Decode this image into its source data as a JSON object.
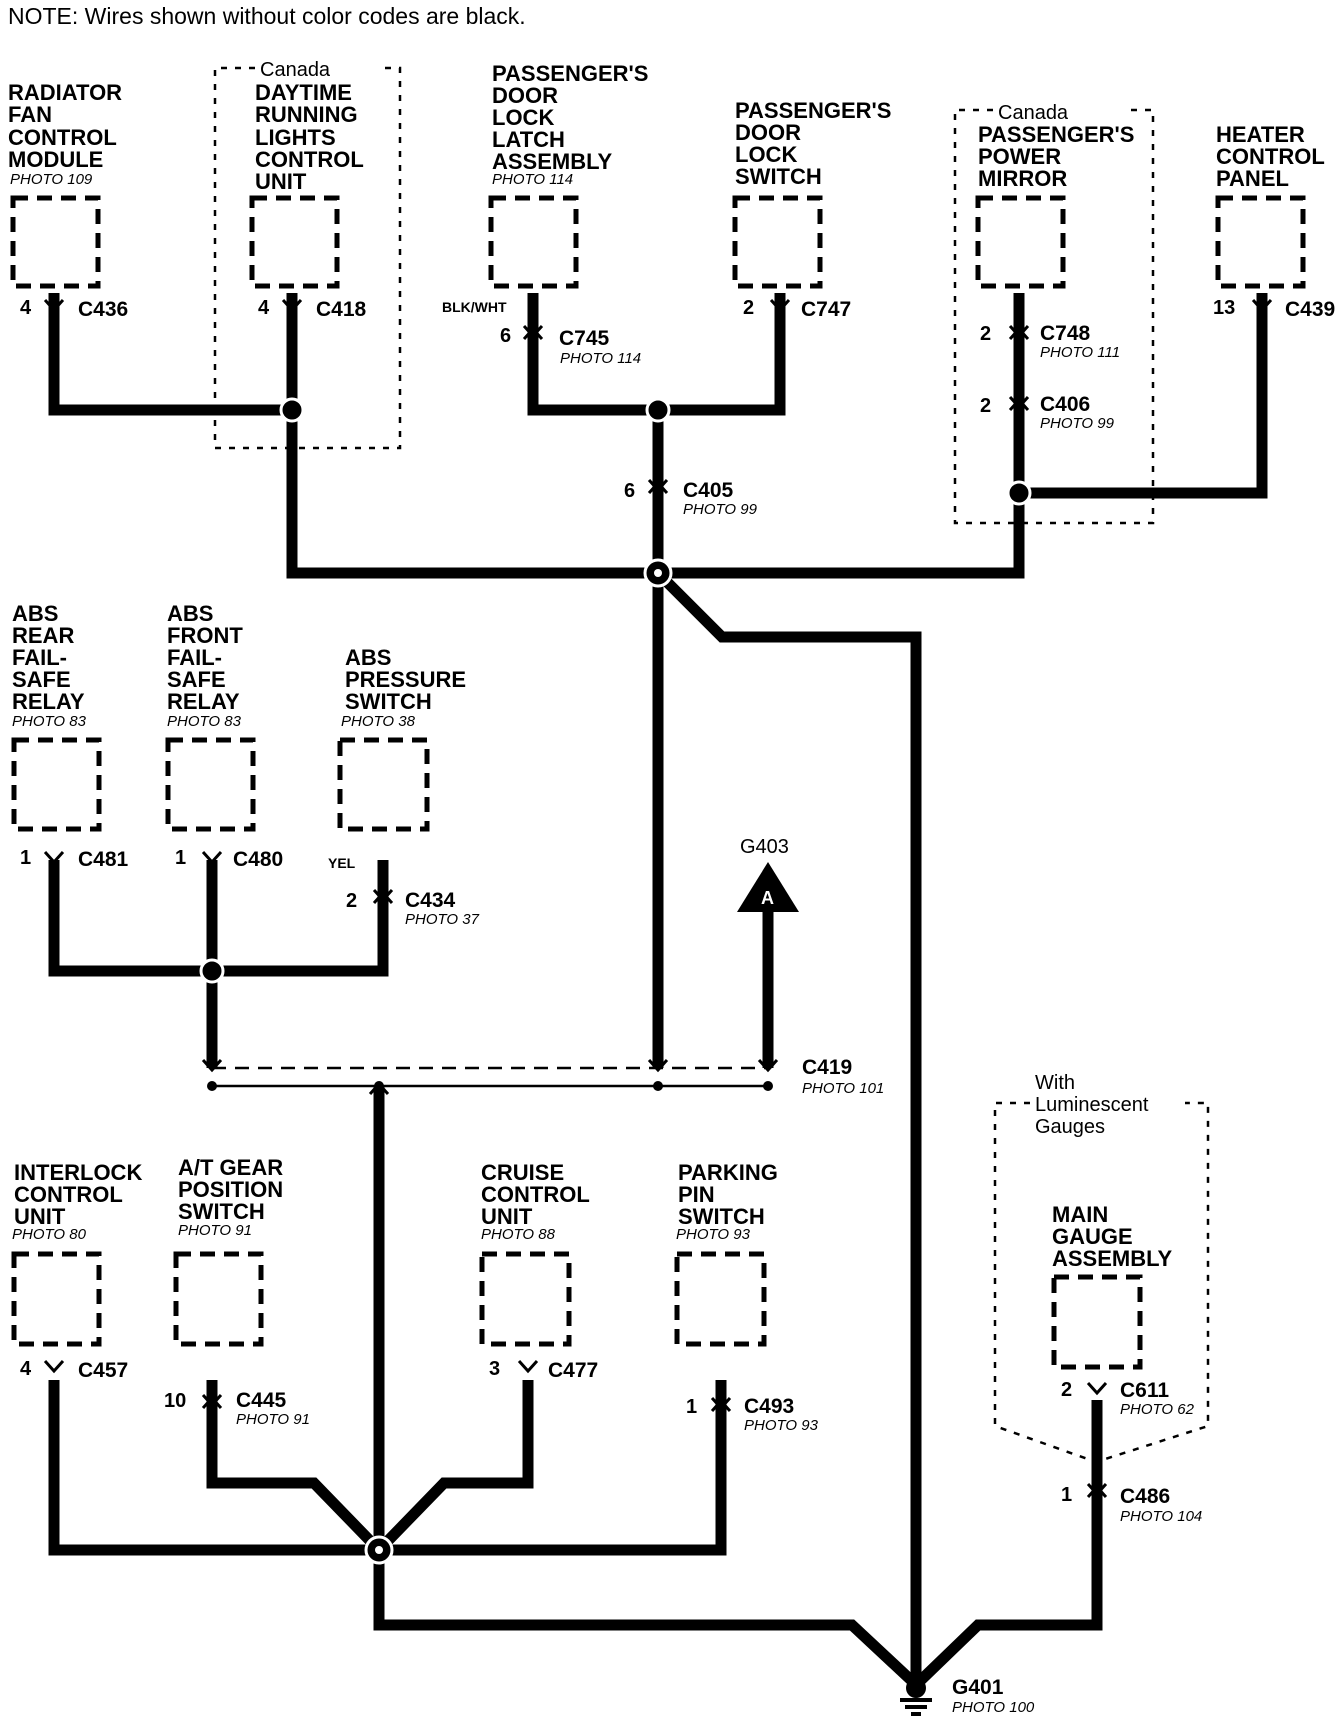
{
  "note": "NOTE: Wires shown without color codes are black.",
  "regions": {
    "canada_drl": "Canada",
    "canada_mirror": "Canada",
    "luminescent": [
      "With",
      "Luminescent",
      "Gauges"
    ]
  },
  "components": [
    {
      "id": "radiator-fan",
      "lines": [
        "RADIATOR",
        "FAN",
        "CONTROL",
        "MODULE"
      ],
      "photo": "PHOTO 109",
      "pin": "4",
      "connector": "C436"
    },
    {
      "id": "drl-unit",
      "lines": [
        "DAYTIME",
        "RUNNING",
        "LIGHTS",
        "CONTROL",
        "UNIT"
      ],
      "pin": "4",
      "connector": "C418"
    },
    {
      "id": "door-lock-latch",
      "lines": [
        "PASSENGER'S",
        "DOOR",
        "LOCK",
        "LATCH",
        "ASSEMBLY"
      ],
      "photo": "PHOTO 114",
      "wire_color": "BLK/WHT",
      "pin": "6",
      "connector": "C745",
      "connector_photo": "PHOTO 114"
    },
    {
      "id": "door-lock-switch",
      "lines": [
        "PASSENGER'S",
        "DOOR",
        "LOCK",
        "SWITCH"
      ],
      "pin": "2",
      "connector": "C747"
    },
    {
      "id": "power-mirror",
      "lines": [
        "PASSENGER'S",
        "POWER",
        "MIRROR"
      ],
      "pin": "2",
      "connector": "C748",
      "connector_photo": "PHOTO 111"
    },
    {
      "id": "heater-panel",
      "lines": [
        "HEATER",
        "CONTROL",
        "PANEL"
      ],
      "pin": "13",
      "connector": "C439"
    },
    {
      "id": "abs-rear",
      "lines": [
        "ABS",
        "REAR",
        "FAIL-",
        "SAFE",
        "RELAY"
      ],
      "photo": "PHOTO 83",
      "pin": "1",
      "connector": "C481"
    },
    {
      "id": "abs-front",
      "lines": [
        "ABS",
        "FRONT",
        "FAIL-",
        "SAFE",
        "RELAY"
      ],
      "photo": "PHOTO 83",
      "pin": "1",
      "connector": "C480"
    },
    {
      "id": "abs-pressure",
      "lines": [
        "ABS",
        "PRESSURE",
        "SWITCH"
      ],
      "photo": "PHOTO 38",
      "wire_color": "YEL",
      "pin": "2",
      "connector": "C434",
      "connector_photo": "PHOTO 37"
    },
    {
      "id": "interlock",
      "lines": [
        "INTERLOCK",
        "CONTROL",
        "UNIT"
      ],
      "photo": "PHOTO 80",
      "pin": "4",
      "connector": "C457"
    },
    {
      "id": "at-gear",
      "lines": [
        "A/T GEAR",
        "POSITION",
        "SWITCH"
      ],
      "photo": "PHOTO 91",
      "pin": "10",
      "connector": "C445",
      "connector_photo": "PHOTO 91"
    },
    {
      "id": "cruise",
      "lines": [
        "CRUISE",
        "CONTROL",
        "UNIT"
      ],
      "photo": "PHOTO 88",
      "pin": "3",
      "connector": "C477"
    },
    {
      "id": "parking-pin",
      "lines": [
        "PARKING",
        "PIN",
        "SWITCH"
      ],
      "photo": "PHOTO 93",
      "pin": "1",
      "connector": "C493",
      "connector_photo": "PHOTO 93"
    },
    {
      "id": "main-gauge",
      "lines": [
        "MAIN",
        "GAUGE",
        "ASSEMBLY"
      ],
      "pin": "2",
      "connector": "C611",
      "connector_photo": "PHOTO 62"
    }
  ],
  "inline_connectors": [
    {
      "id": "c405",
      "pin": "6",
      "connector": "C405",
      "photo": "PHOTO 99"
    },
    {
      "id": "c406",
      "pin": "2",
      "connector": "C406",
      "photo": "PHOTO 99"
    },
    {
      "id": "c486",
      "pin": "1",
      "connector": "C486",
      "photo": "PHOTO 104"
    }
  ],
  "bus": {
    "connector": "C419",
    "photo": "PHOTO 101"
  },
  "grounds": {
    "g403": {
      "name": "G403",
      "symbol": "A"
    },
    "g401": {
      "name": "G401",
      "photo": "PHOTO 100"
    }
  }
}
